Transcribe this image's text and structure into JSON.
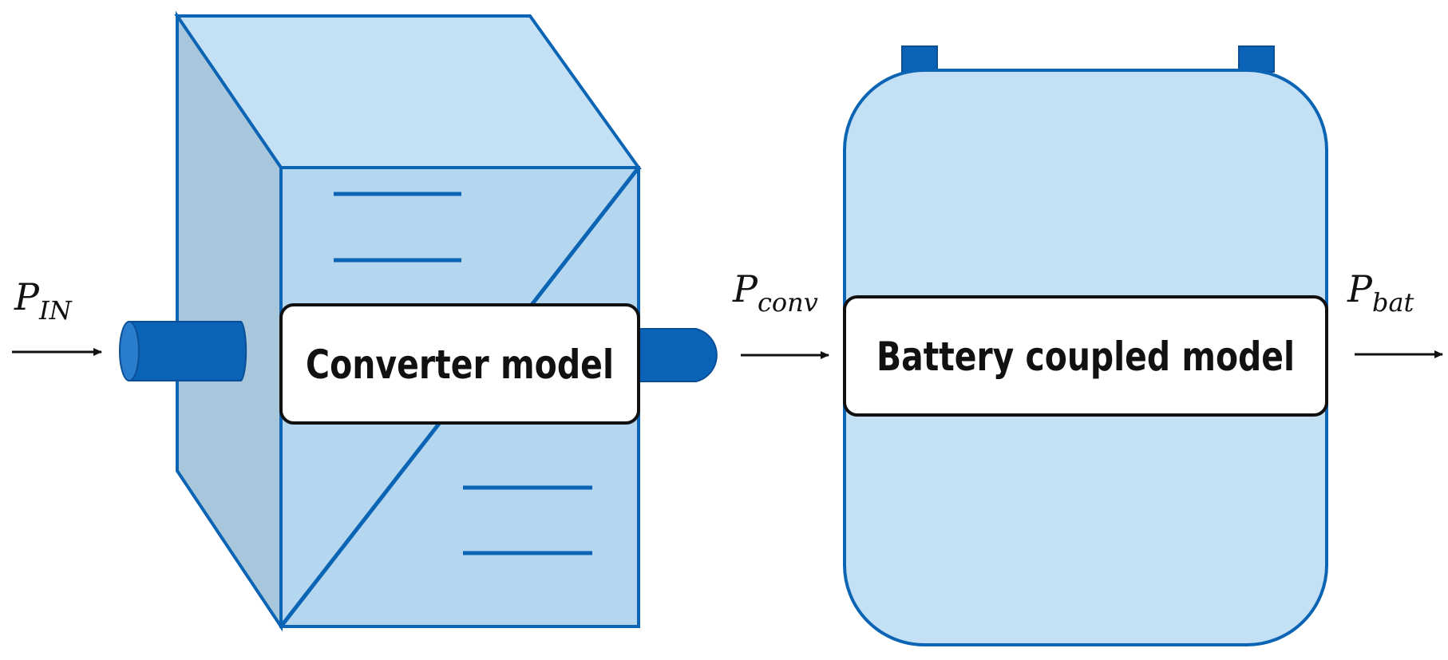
{
  "colors": {
    "stroke": "#0b64b4",
    "fill_light": "#c4e0f4",
    "fill_mid": "#b4d6ef",
    "fill_dark": "#a8c7dd",
    "connector": "#0b63b8",
    "arrow": "#111111"
  },
  "blocks": {
    "converter": {
      "label": "Converter model",
      "icon": "converter-box-icon"
    },
    "battery": {
      "label": "Battery coupled model",
      "icon": "battery-icon"
    }
  },
  "signals": {
    "input": {
      "symbol": "P",
      "subscript": "IN"
    },
    "converter_output": {
      "symbol": "P",
      "subscript": "conv"
    },
    "battery_output": {
      "symbol": "P",
      "subscript": "bat"
    }
  }
}
